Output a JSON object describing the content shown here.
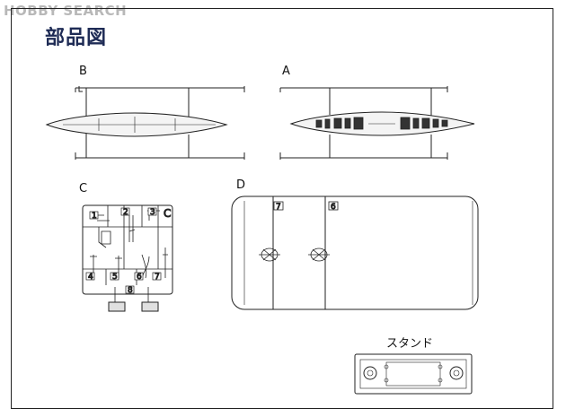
{
  "watermark": {
    "text": "HOBBY SEARCH"
  },
  "page": {
    "title": "部品図"
  },
  "sprues": {
    "B": {
      "label": "B"
    },
    "A": {
      "label": "A"
    },
    "C": {
      "label": "C",
      "corner_tag": "C",
      "part_numbers": [
        "1",
        "2",
        "3",
        "4",
        "5",
        "6",
        "7",
        "8"
      ]
    },
    "D": {
      "label": "D",
      "part_numbers": [
        "7",
        "6"
      ]
    }
  },
  "stand": {
    "label": "スタンド"
  }
}
